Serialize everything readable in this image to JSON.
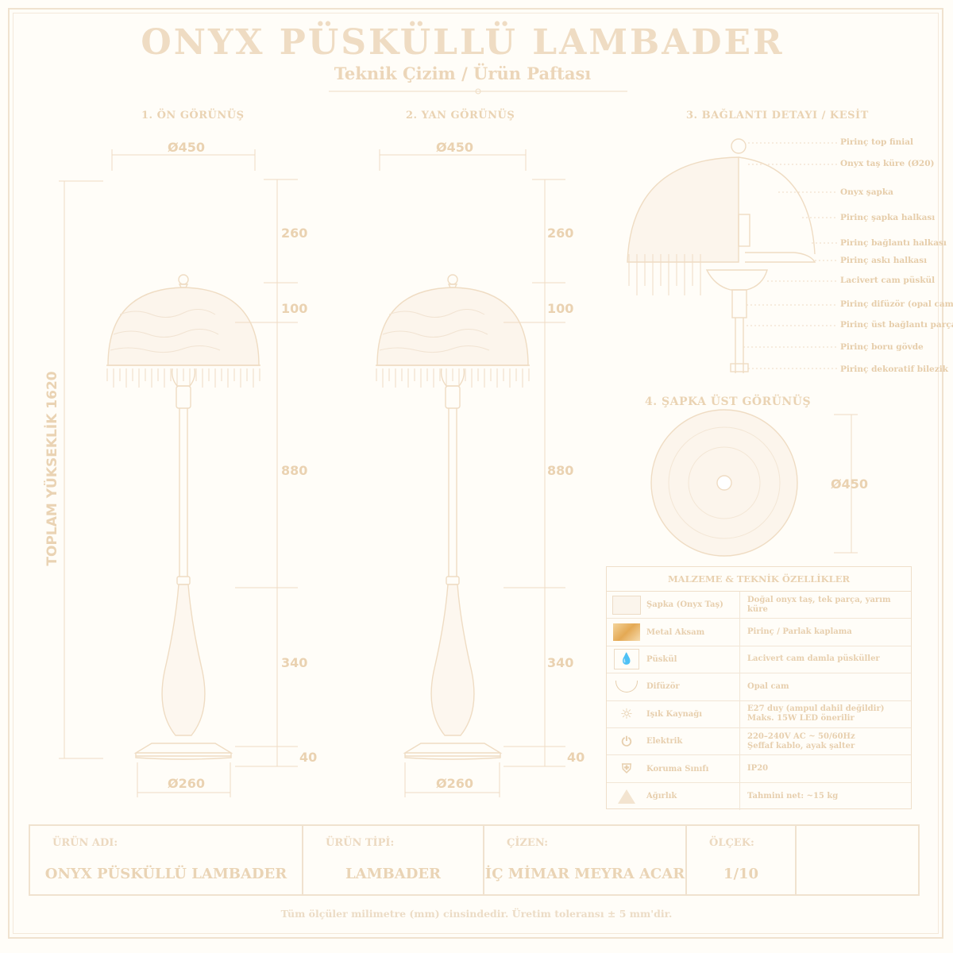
{
  "header": {
    "title": "ONYX PÜSKÜLLÜ LAMBADER",
    "subtitle": "Teknik Çizim / Ürün Paftası"
  },
  "views": {
    "front": "1. ÖN GÖRÜNÜŞ",
    "side": "2. YAN GÖRÜNÜŞ",
    "detail": "3. BAĞLANTI DETAYI / KESİT",
    "top": "4. ŞAPKA ÜST GÖRÜNÜŞ"
  },
  "dimensions": {
    "shade_diameter": "Ø450",
    "base_diameter": "Ø260",
    "shade_height": "260",
    "neck_height": "100",
    "stem_height": "880",
    "body_height": "340",
    "base_height": "40",
    "total_height": "TOPLAM YÜKSEKLİK 1620",
    "top_view_diameter": "Ø450"
  },
  "callouts": [
    "Pirinç top finial",
    "Onyx taş küre (Ø20)",
    "Onyx şapka",
    "Pirinç şapka halkası",
    "Pirinç bağlantı halkası",
    "Pirinç askı halkası",
    "Lacivert cam püskül",
    "Pirinç difüzör (opal cam)",
    "Pirinç üst bağlantı parçası",
    "Pirinç boru gövde",
    "Pirinç dekoratif bilezik"
  ],
  "specs": {
    "title": "MALZEME & TEKNİK ÖZELLİKLER",
    "rows": [
      {
        "icon": "onyx-swatch-icon",
        "name": "Şapka (Onyx Taş)",
        "value": "Doğal onyx taş, tek parça, yarım küre"
      },
      {
        "icon": "brass-swatch-icon",
        "name": "Metal Aksam",
        "value": "Pirinç / Parlak kaplama"
      },
      {
        "icon": "tassel-drop-icon",
        "name": "Püskül",
        "value": "Lacivert cam damla püsküller"
      },
      {
        "icon": "diffuser-bowl-icon",
        "name": "Difüzör",
        "value": "Opal cam"
      },
      {
        "icon": "light-bulb-icon",
        "name": "Işık Kaynağı",
        "value": "E27 duy (ampul dahil değildir)\nMaks. 15W LED önerilir"
      },
      {
        "icon": "power-plug-icon",
        "name": "Elektrik",
        "value": "220–240V AC ~ 50/60Hz\nŞeffaf kablo, ayak şalter"
      },
      {
        "icon": "shield-check-icon",
        "name": "Koruma Sınıfı",
        "value": "IP20"
      },
      {
        "icon": "weight-kg-icon",
        "name": "Ağırlık",
        "value": "Tahmini net: ~15 kg"
      }
    ],
    "colors": {
      "brass": "#e8b86a",
      "line": "#efdfca"
    }
  },
  "title_block": {
    "product_name_label": "ÜRÜN ADI:",
    "product_name": "ONYX PÜSKÜLLÜ LAMBADER",
    "product_type_label": "ÜRÜN TİPİ:",
    "product_type": "LAMBADER",
    "drawn_by_label": "ÇİZEN:",
    "drawn_by": "İÇ MİMAR MEYRA ACAR",
    "scale_label": "ÖLÇEK:",
    "scale": "1/10"
  },
  "footer": "Tüm ölçüler milimetre (mm) cinsindedir. Üretim toleransı ± 5 mm'dir."
}
